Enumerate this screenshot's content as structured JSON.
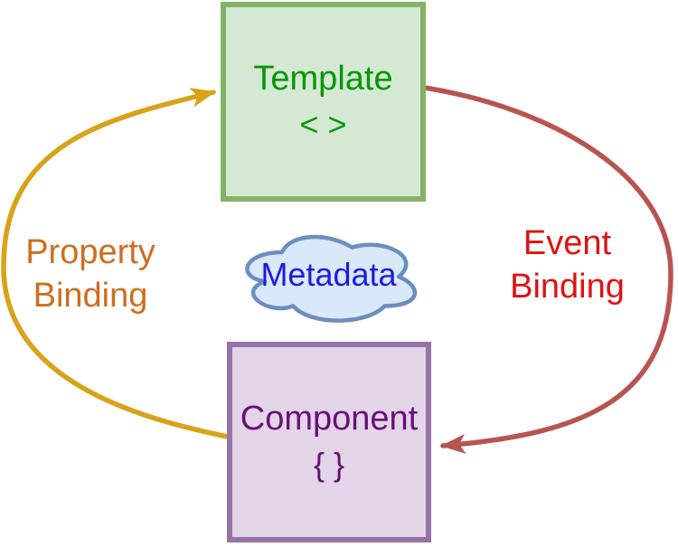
{
  "diagram": {
    "template_box": {
      "label": "Template",
      "symbol": "< >",
      "fill": "#D5E8D4",
      "border_color": "#82B366",
      "text_color": "#009900"
    },
    "component_box": {
      "label": "Component",
      "symbol": "{ }",
      "fill": "#E1D5E7",
      "border_color": "#9673A6",
      "text_color": "#6A0D7C"
    },
    "metadata_cloud": {
      "label": "Metadata",
      "fill": "#DAE8FC",
      "border_color": "#6C8EBF",
      "text_color": "#1C1CE0"
    },
    "property_binding": {
      "label_line1": "Property",
      "label_line2": "Binding",
      "text_color": "#CE6E1E",
      "arrow_color": "#D8A318",
      "arrow_direction": "component-to-template"
    },
    "event_binding": {
      "label_line1": "Event",
      "label_line2": "Binding",
      "text_color": "#E01111",
      "arrow_color": "#B85450",
      "arrow_direction": "template-to-component"
    }
  }
}
